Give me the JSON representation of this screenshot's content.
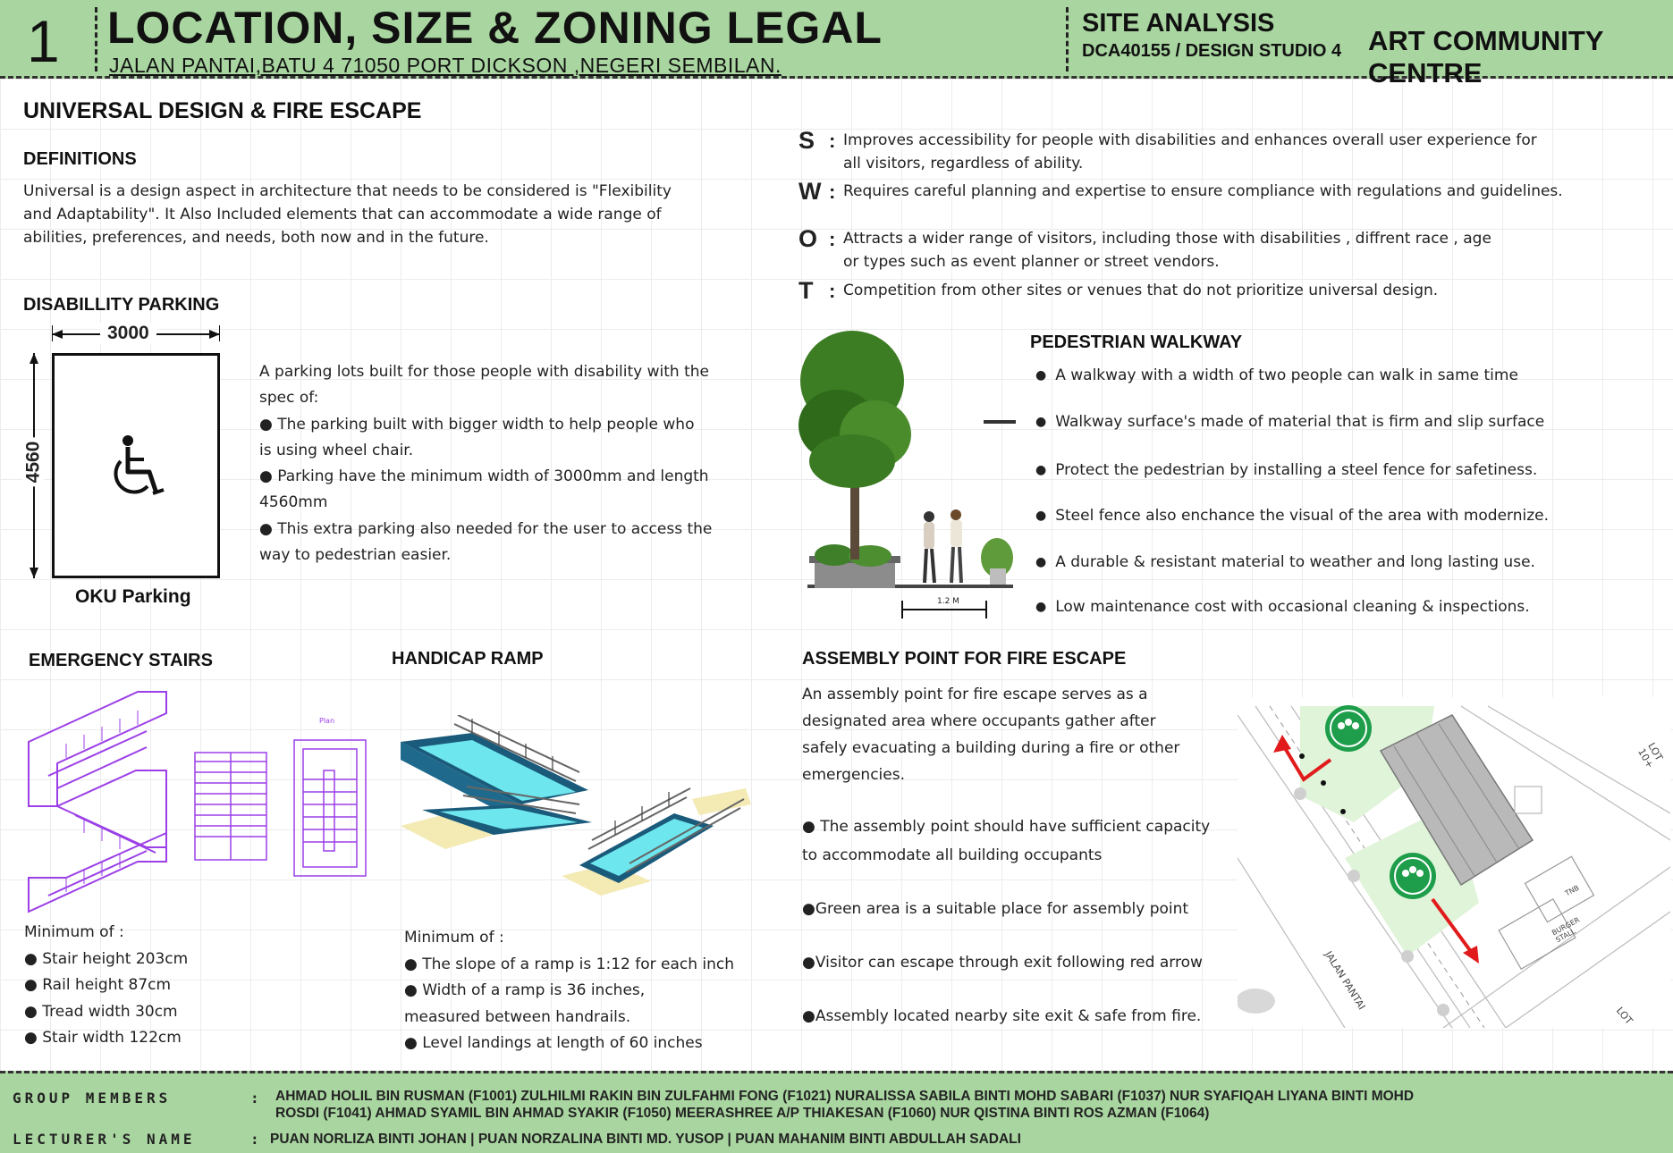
{
  "header": {
    "sheet_number": "1",
    "title": "LOCATION, SIZE & ZONING LEGAL",
    "address": "JALAN PANTAI,BATU 4 71050 PORT DICKSON ,NEGERI SEMBILAN.",
    "subject": "SITE ANALYSIS",
    "course": "DCA40155 / DESIGN STUDIO 4",
    "project": "ART COMMUNITY CENTRE"
  },
  "universal": {
    "title": "UNIVERSAL DESIGN & FIRE ESCAPE",
    "definitions_heading": "DEFINITIONS",
    "definitions_lines": [
      "Universal is a design aspect in architecture that needs to be considered is \"Flexibility",
      "and Adaptability\". It Also Included elements that can accommodate a wide range of",
      "abilities, preferences, and needs, both now and in the future."
    ]
  },
  "swot": [
    {
      "letter": "S",
      "sep": ":",
      "lines": [
        "Improves accessibility for people with disabilities and enhances overall user experience for",
        "all visitors, regardless of ability."
      ]
    },
    {
      "letter": "W",
      "sep": ":",
      "lines": [
        "Requires careful planning and expertise to ensure compliance with regulations and guidelines."
      ]
    },
    {
      "letter": "O",
      "sep": ":",
      "lines": [
        "Attracts a wider range of visitors, including those with disabilities , diffrent  race  , age",
        "or types such as event planner or street vendors."
      ]
    },
    {
      "letter": "T",
      "sep": ":",
      "lines": [
        "Competition from other sites or venues that do not prioritize universal design."
      ]
    }
  ],
  "parking": {
    "heading": "DISABILLITY PARKING",
    "width_label": "3000",
    "length_label": "4560",
    "caption": "OKU Parking",
    "lines": [
      "A parking lots built for those people with disability with the",
      "spec of:",
      "● The parking built with bigger width to help people who",
      "is using wheel chair.",
      "● Parking have the minimum width of 3000mm  and length",
      "4560mm",
      "● This extra parking also needed for the user to access the",
      "way to pedestrian easier."
    ]
  },
  "walkway": {
    "heading": "PEDESTRIAN WALKWAY",
    "scale_label": "1.2 M",
    "items": [
      "A walkway with a width of two people can walk in same time",
      "Walkway surface's made of material that is firm and slip surface",
      "Protect the pedestrian by installing a steel fence for safetiness.",
      "Steel fence also enchance the visual of the area with modernize.",
      "A durable & resistant material to weather and long lasting use.",
      "Low maintenance cost with occasional cleaning & inspections."
    ]
  },
  "stairs": {
    "heading": "EMERGENCY STAIRS",
    "plan_label": "Plan",
    "intro": "Minimum of :",
    "items": [
      "● Stair height 203cm",
      "● Rail height 87cm",
      "● Tread width 30cm",
      "● Stair width 122cm"
    ]
  },
  "ramp": {
    "heading": "HANDICAP RAMP",
    "intro": "Minimum of :",
    "items": [
      "●  The slope of a ramp is 1:12 for each inch",
      "● Width of a ramp is 36 inches,",
      "measured between handrails.",
      "●  Level landings at  length of 60 inches"
    ]
  },
  "assembly": {
    "heading": "ASSEMBLY POINT FOR FIRE ESCAPE",
    "intro_lines": [
      "An  assembly  point  for  fire  escape  serves  as  a",
      "designated  area  where  occupants  gather  after",
      "safely evacuating  a  building  during  a  fire  or  other",
      "emergencies."
    ],
    "points": [
      "● The assembly point should have sufficient capacity",
      "to accommodate all building occupants",
      "●Green area is a suitable place for assembly point",
      "●Visitor can escape through exit following red arrow",
      "●Assembly located nearby site exit & safe from fire."
    ],
    "map_labels": {
      "road": "JALAN PANTAI",
      "burger": "BURGER STALL",
      "lot1": "LOT 10+",
      "lot2": "LOT",
      "shed": "TNB"
    }
  },
  "footer": {
    "members_label": "GROUP MEMBERS",
    "members_sep": ":",
    "members_line1": "AHMAD HOLIL BIN RUSMAN (F1001)  ZULHILMI RAKIN BIN ZULFAHMI FONG (F1021) NURALISSA SABILA BINTI MOHD SABARI (F1037) NUR SYAFIQAH LIYANA BINTI MOHD",
    "members_line2": "ROSDI (F1041) AHMAD SYAMIL BIN AHMAD SYAKIR (F1050) MEERASHREE A/P THIAKESAN (F1060) NUR QISTINA BINTI ROS AZMAN (F1064)",
    "lecturer_label": "LECTURER'S NAME",
    "lecturer_sep": ":",
    "lecturers": "PUAN NORLIZA BINTI JOHAN  |  PUAN NORZALINA BINTI MD. YUSOP  |  PUAN MAHANIM BINTI ABDULLAH SADALI"
  },
  "colors": {
    "band_green": "#a9d6a0",
    "cyan_ramp": "#6ee6ee",
    "purple_drawing": "#9b3fe8",
    "exit_red": "#e11b1b",
    "assembly_green": "#1e9e4a"
  }
}
